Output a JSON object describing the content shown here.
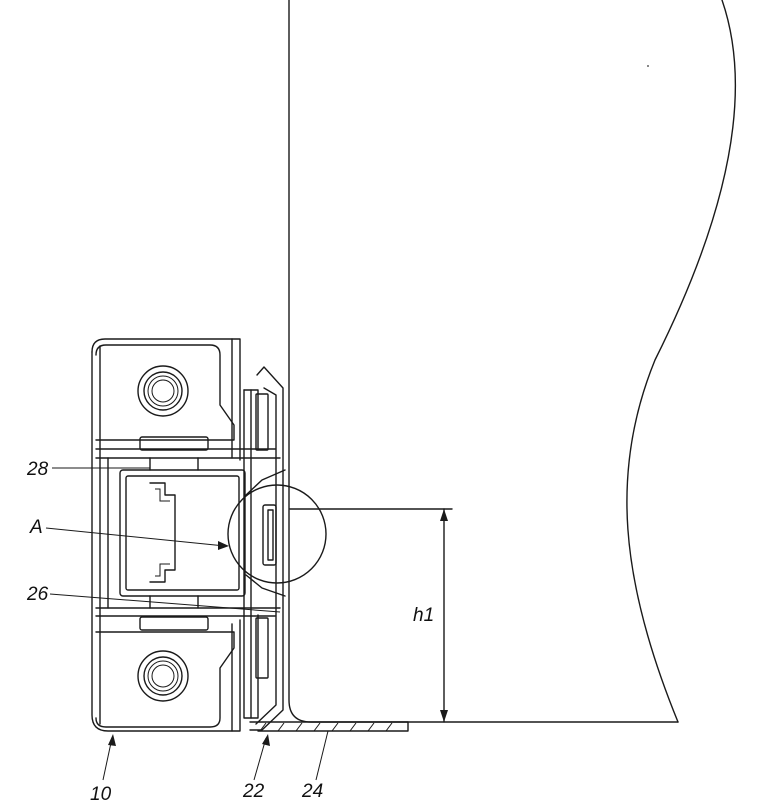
{
  "labels": {
    "ref_28": "28",
    "ref_A": "A",
    "ref_26": "26",
    "ref_10": "10",
    "ref_22": "22",
    "ref_24": "24",
    "dim_h1": "h1"
  }
}
